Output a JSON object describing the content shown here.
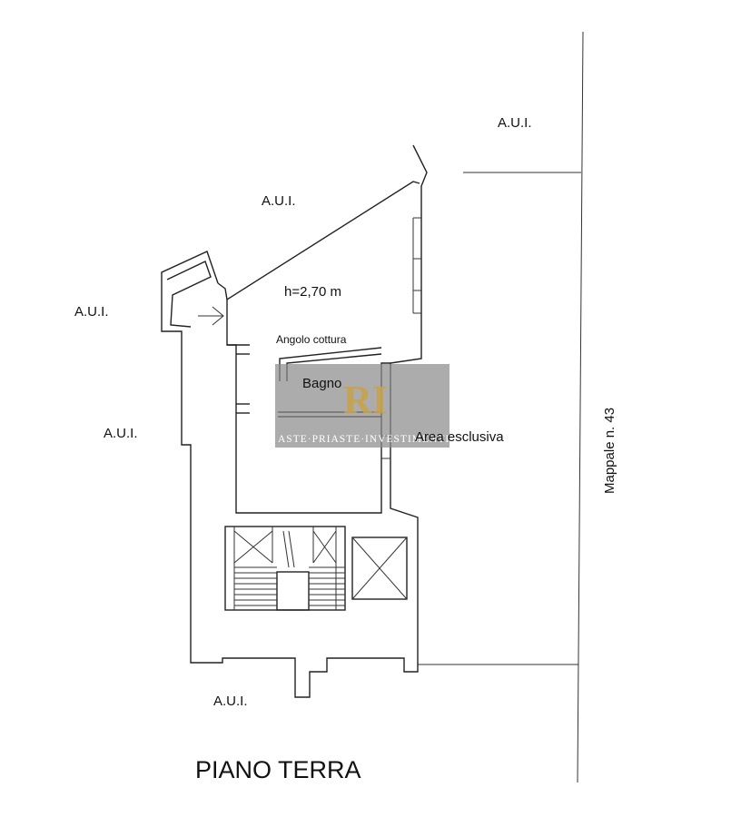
{
  "plan": {
    "title": "PIANO TERRA",
    "labels": {
      "aui_top_right": "A.U.I.",
      "aui_top": "A.U.I.",
      "aui_left": "A.U.I.",
      "aui_left_lower": "A.U.I.",
      "aui_bottom": "A.U.I.",
      "height": "h=2,70 m",
      "kitchen_corner": "Angolo cottura",
      "bathroom": "Bagno",
      "exclusive_area": "Area esclusiva",
      "parcel": "Mappale n. 43"
    }
  },
  "watermark": {
    "monogram": "RI",
    "text": "ASTE·PRIASTE·INVESTIMENTI",
    "box_color": "#8c8c8c",
    "accent_color": "#c8a24a"
  }
}
